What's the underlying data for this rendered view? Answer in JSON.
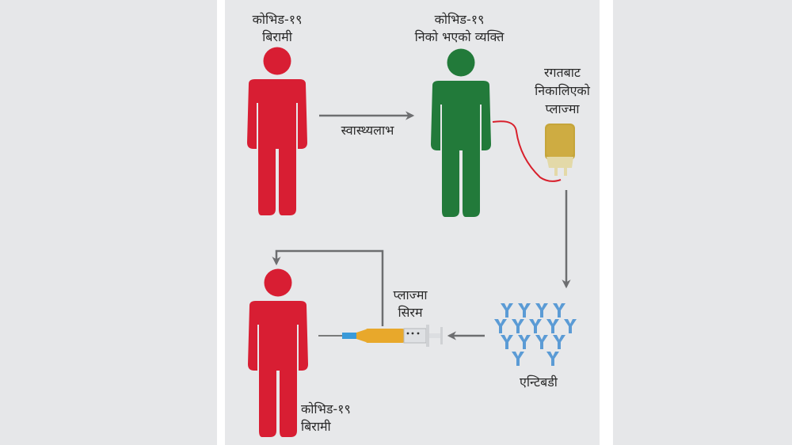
{
  "diagram": {
    "type": "plasma-therapy-flow",
    "colors": {
      "background": "#e7e8ea",
      "strip": "#ffffff",
      "patient": "#d81e33",
      "recovered": "#227a3a",
      "arrow": "#6d6e70",
      "blood_line": "#d8202c",
      "plasma": "#c9a637",
      "antibody": "#5b9bd5",
      "syringe_fill": "#e8a82b",
      "needle_hub": "#3a9ad9"
    },
    "nodes": {
      "patient_top": {
        "line1": "कोभिड-१९",
        "line2": "बिरामी"
      },
      "recovered": {
        "line1": "कोभिड-१९",
        "line2": "निको भएको व्यक्ति"
      },
      "plasma_bag": {
        "line1": "रगतबाट",
        "line2": "निकालिएको",
        "line3": "प्लाज्मा"
      },
      "antibodies": {
        "label": "एन्टिबडी"
      },
      "syringe": {
        "line1": "प्लाज्मा",
        "line2": "सिरम"
      },
      "patient_bottom": {
        "line1": "कोभिड-१९",
        "line2": "बिरामी"
      }
    },
    "edges": [
      {
        "from": "patient_top",
        "to": "recovered",
        "label": "स्वास्थ्यलाभ"
      },
      {
        "from": "recovered",
        "to": "plasma_bag",
        "label": ""
      },
      {
        "from": "plasma_bag",
        "to": "antibodies",
        "label": ""
      },
      {
        "from": "antibodies",
        "to": "syringe",
        "label": ""
      },
      {
        "from": "syringe",
        "to": "patient_bottom",
        "label": ""
      }
    ]
  }
}
